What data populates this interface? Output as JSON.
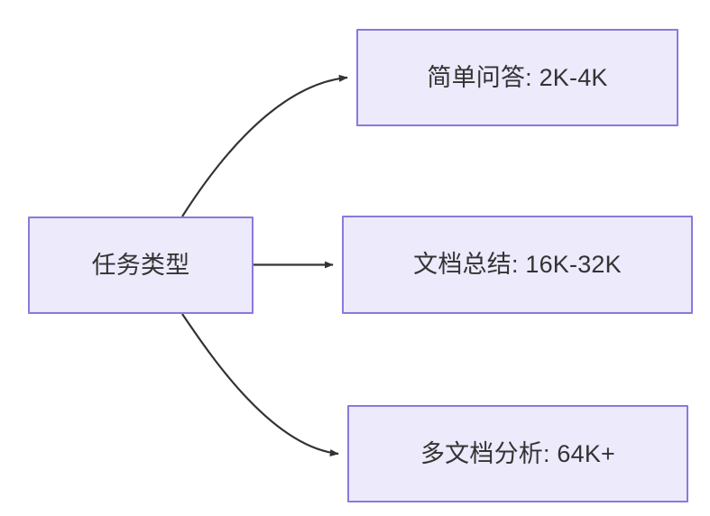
{
  "diagram": {
    "type": "flowchart",
    "direction": "left-to-right",
    "background_color": "#FFFFFF",
    "node_fill_color": "#ECEAFB",
    "node_border_color": "#8E77DD",
    "node_text_color": "#333333",
    "edge_color": "#333333",
    "nodes": [
      {
        "id": "root",
        "label": "任务类型"
      },
      {
        "id": "simple_qa",
        "label": "简单问答: 2K-4K"
      },
      {
        "id": "doc_summary",
        "label": "文档总结: 16K-32K"
      },
      {
        "id": "multi_doc",
        "label": "多文档分析: 64K+"
      }
    ],
    "edges": [
      {
        "from": "root",
        "to": "simple_qa",
        "style": "curved",
        "label": ""
      },
      {
        "from": "root",
        "to": "doc_summary",
        "style": "straight",
        "label": ""
      },
      {
        "from": "root",
        "to": "multi_doc",
        "style": "curved",
        "label": ""
      }
    ]
  }
}
